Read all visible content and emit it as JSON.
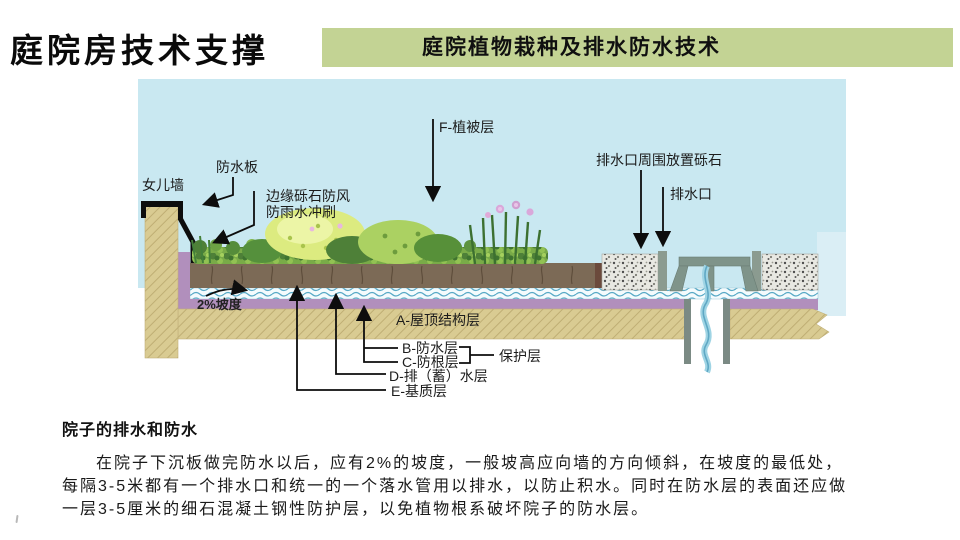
{
  "slide": {
    "title": "庭院房技术支撑",
    "banner": {
      "text": "庭院植物栽种及排水防水技术",
      "bg_color": "#c3d394"
    }
  },
  "diagram": {
    "labels": {
      "parapet": "女儿墙",
      "waterproof_board": "防水板",
      "edge_gravel_line1": "边缘砾石防风",
      "edge_gravel_line2": "防雨水冲刷",
      "vegetation_layer": "F-植被层",
      "drain_gravel": "排水口周围放置砾石",
      "drain_outlet": "排水口",
      "slope": "2%坡度",
      "layer_a": "A-屋顶结构层",
      "layer_b": "B-防水层",
      "layer_c": "C-防根层",
      "layer_d": "D-排（蓄）水层",
      "layer_e": "E-基质层",
      "protection": "保护层"
    },
    "colors": {
      "sky": "#c9e8f1",
      "wall_and_slab": "#d9cb92",
      "substrate": "#7c6a56",
      "waterproof_purple": "#b18fbc",
      "drain_metal": "#7f948a",
      "water": "#9fd4e4",
      "gravel": "#e8e8e2"
    }
  },
  "section": {
    "heading": "院子的排水和防水",
    "paragraph_lines": [
      "在院子下沉板做完防水以后，应有2%的坡度，一般坡高应向墙的方向倾斜，在坡度的最低处，",
      "每隔3-5米都有一个排水口和统一的一个落水管用以排水，以防止积水。同时在防水层的表面还应做",
      "一层3-5厘米的细石混凝土钢性防护层，以免植物根系破坏院子的防水层。"
    ]
  }
}
